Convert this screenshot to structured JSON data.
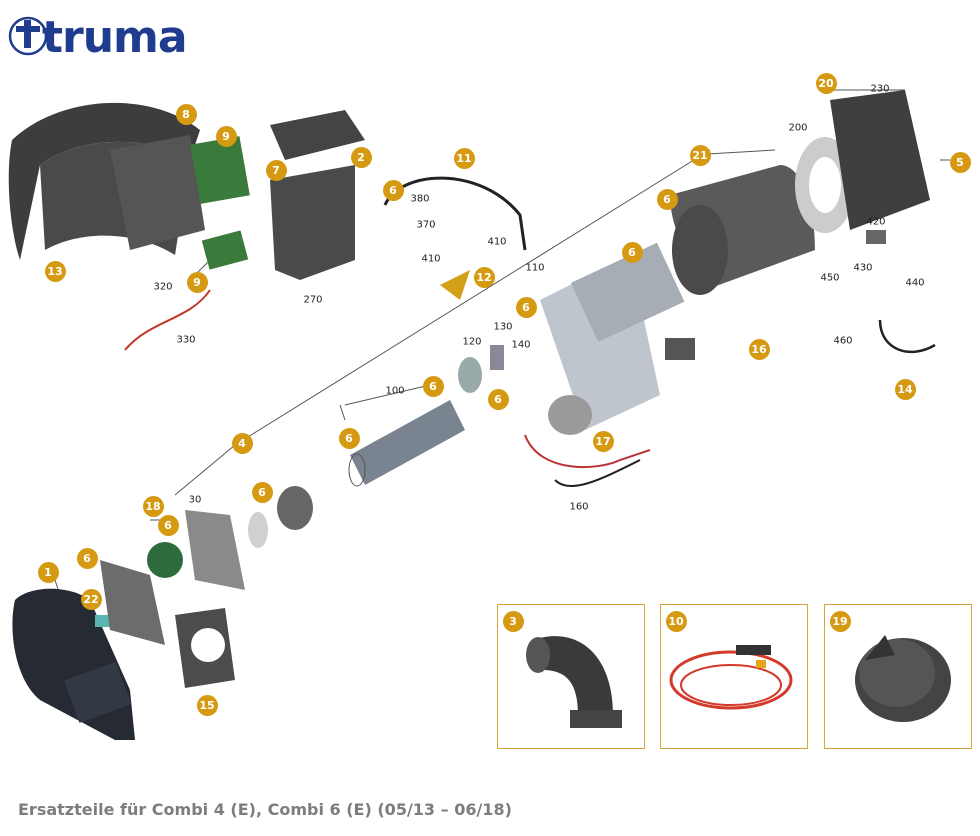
{
  "brand": {
    "name": "truma"
  },
  "caption": "Ersatzteile für Combi 4 (E), Combi 6 (E) (05/13 – 06/18)",
  "diagram": {
    "badges": [
      "1",
      "2",
      "3",
      "4",
      "5",
      "6",
      "6",
      "6",
      "6",
      "6",
      "6",
      "6",
      "6",
      "6",
      "6",
      "7",
      "8",
      "9",
      "9",
      "10",
      "11",
      "12",
      "13",
      "14",
      "15",
      "16",
      "17",
      "18",
      "19",
      "20",
      "21",
      "22"
    ],
    "part_numbers": [
      "30",
      "100",
      "110",
      "120",
      "130",
      "140",
      "160",
      "200",
      "230",
      "270",
      "320",
      "330",
      "370",
      "380",
      "410",
      "410",
      "420",
      "430",
      "440",
      "450",
      "460"
    ]
  },
  "insets": [
    {
      "badge": "3",
      "depicts": "elbow-duct"
    },
    {
      "badge": "10",
      "depicts": "cable-harness"
    },
    {
      "badge": "19",
      "depicts": "exhaust-cap"
    }
  ],
  "colors": {
    "badge": "#d69a12",
    "brand_blue": "#1f3c8f",
    "caption_gray": "#7d7d7d",
    "inset_border": "#d9a53a"
  }
}
